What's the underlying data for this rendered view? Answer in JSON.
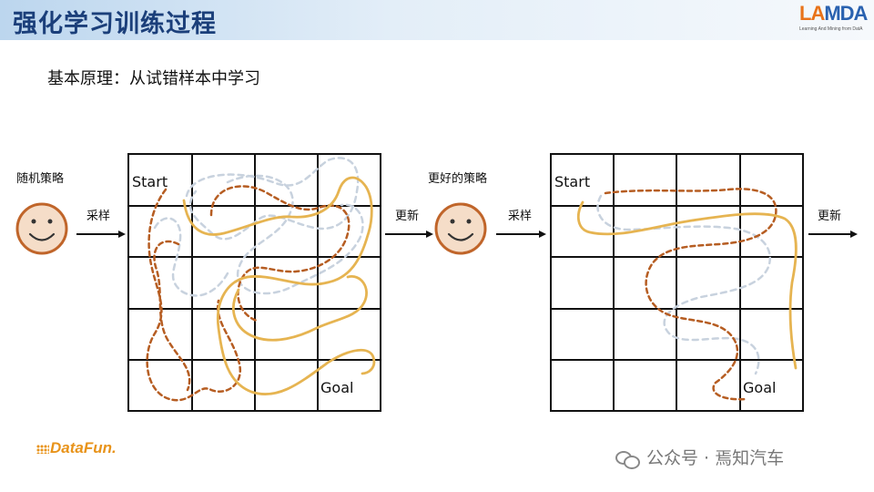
{
  "header": {
    "title": "强化学习训练过程"
  },
  "logo": {
    "name": "LAMDA",
    "part1": "LA",
    "part2": "MDA",
    "tagline": "Learning And Mining from DatA"
  },
  "subtitle": "基本原理：从试错样本中学习",
  "left_panel": {
    "agent_label": "随机策略",
    "arrow_label": "采样",
    "grid_start": "Start",
    "grid_goal": "Goal",
    "update_label": "更新"
  },
  "right_panel": {
    "agent_label": "更好的策略",
    "arrow_label": "采样",
    "grid_start": "Start",
    "grid_goal": "Goal",
    "update_label": "更新"
  },
  "footer": {
    "brand": "DataFun.",
    "watermark": "公众号 · 焉知汽车"
  },
  "colors": {
    "header_title": "#1b3f7a",
    "smiley_fill": "#f5ddc8",
    "smiley_stroke": "#c0652a",
    "path_orange_dashed": "#b65d22",
    "path_gray_dashed": "#c8d2de",
    "path_gold": "#e6b451",
    "brand_orange": "#e8931a"
  }
}
